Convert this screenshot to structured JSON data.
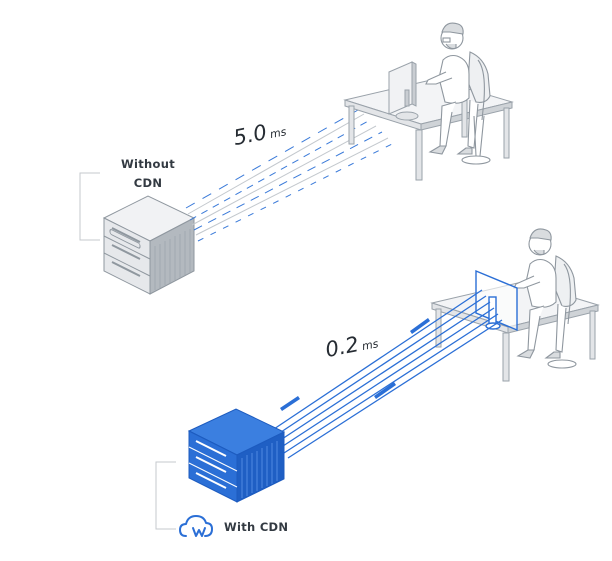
{
  "without_cdn": {
    "label_line1": "Without",
    "label_line2": "CDN",
    "latency_value": "5.0",
    "latency_unit": "ms"
  },
  "with_cdn": {
    "label": "With CDN",
    "latency_value": "0.2",
    "latency_unit": "ms"
  },
  "colors": {
    "cdn_blue": "#2b6fd6",
    "server_grey": "#9aa2aa",
    "line_grey": "#b9bec4",
    "text": "#333a42"
  },
  "icons": [
    "cloud-icon",
    "server-icon",
    "desk-icon",
    "person-icon",
    "monitor-icon"
  ]
}
